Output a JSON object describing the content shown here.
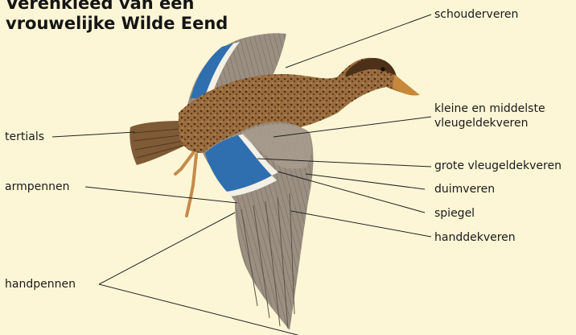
{
  "title": {
    "line1": "Verenkleed van een",
    "line2": "vrouwelijke Wilde Eend"
  },
  "labels": {
    "schouderveren": "schouderveren",
    "kleine_middelste_1": "kleine en middelste",
    "kleine_middelste_2": "vleugeldekveren",
    "tertials": "tertials",
    "grote_vleugeldekveren": "grote vleugeldekveren",
    "armpennen": "armpennen",
    "duimveren": "duimveren",
    "spiegel": "spiegel",
    "handdekveren": "handdekveren",
    "handpennen": "handpennen"
  },
  "colors": {
    "background": "#fdf6d6",
    "speculum_blue": "#2f6fb0",
    "body_brown": "#8a6038",
    "wing_grey": "#a09486",
    "bill_orange": "#c8883a"
  }
}
